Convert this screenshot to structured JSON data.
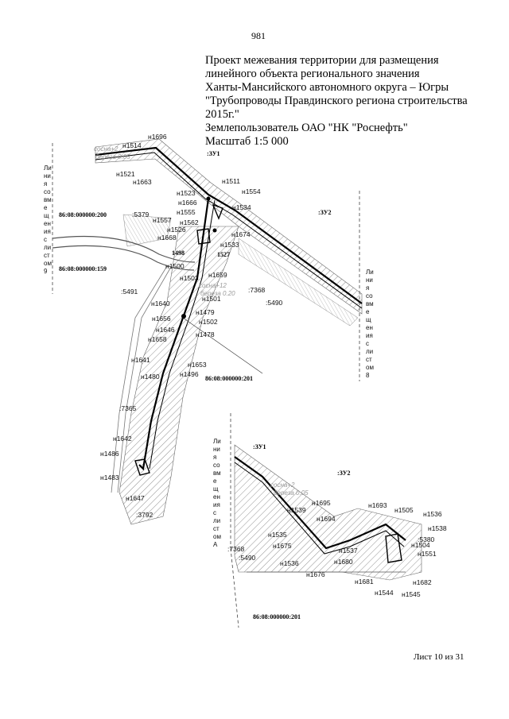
{
  "page_number": "981",
  "title_lines": [
    "Проект межевания территории для размещения",
    "линейного объекта регионального значения",
    "Ханты-Мансийского автономного округа – Югры",
    "\"Трубопроводы Правдинского региона строительства",
    "2015г.\"",
    "Землепользователь ОАО \"НК \"Роснефть\"",
    "Масштаб 1:5 000"
  ],
  "footer": "Лист 10 из 31",
  "map_upper": {
    "parcels": [
      ":ЗУ1",
      ":ЗУ2"
    ],
    "quarters": [
      "86:08:000000:200",
      "86:08:000000:159",
      "86:08:000000:201"
    ],
    "plot_ids": [
      ":5379",
      ":5491",
      ":7368",
      ":5490",
      ":7365",
      ":3792"
    ],
    "bold_points": [
      "1498",
      "1527"
    ],
    "points": [
      "н1696",
      "н1514",
      "н1521",
      "н1663",
      "н1511",
      "н1554",
      "н1523",
      "н1666",
      "н1534",
      "н1555",
      "н1557",
      "н1562",
      "н1526",
      "н1668",
      "н1674",
      "н1533",
      "н1500",
      "н1503",
      "н1659",
      "н1501",
      "н1640",
      "н1479",
      "н1656",
      "н1502",
      "н1646",
      "н1478",
      "н1658",
      "н1641",
      "н1653",
      "н1480",
      "н1496",
      "н1642",
      "н1486",
      "н1483",
      "н1647"
    ],
    "soil_labels": [
      "сосна+2",
      "береза 0.05",
      "сосна+12",
      "береза 0.20"
    ],
    "red_line_label": [
      "Ли",
      "ни",
      "я",
      "со",
      "вм",
      "е",
      "щ",
      "ен",
      "ия",
      "с",
      "ли",
      "ст",
      "ом",
      "9"
    ],
    "red_line_label_right": [
      "Ли",
      "ни",
      "я",
      "со",
      "вм",
      "е",
      "щ",
      "ен",
      "ия",
      "с",
      "ли",
      "ст",
      "ом",
      "8"
    ]
  },
  "map_lower": {
    "parcels": [
      ":ЗУ1",
      ":ЗУ2"
    ],
    "quarters": [
      "86:08:000000:201"
    ],
    "plot_ids": [
      ":7368",
      ":5490",
      ":5380"
    ],
    "points": [
      "н1695",
      "н1539",
      "н1694",
      "н1505",
      "н1693",
      "н1536",
      "н1538",
      "н1535",
      "н1675",
      "н1537",
      "н1504",
      "н1551",
      "н1536",
      "н1680",
      "н1676",
      "н1681",
      "н1682",
      "н1544",
      "н1545"
    ],
    "soil_labels": [
      "сосна+2",
      "береза 0.05"
    ],
    "red_line_label": [
      "Ли",
      "ни",
      "я",
      "со",
      "вм",
      "е",
      "щ",
      "ен",
      "ия",
      "с",
      "ли",
      "ст",
      "ом",
      "А"
    ]
  }
}
